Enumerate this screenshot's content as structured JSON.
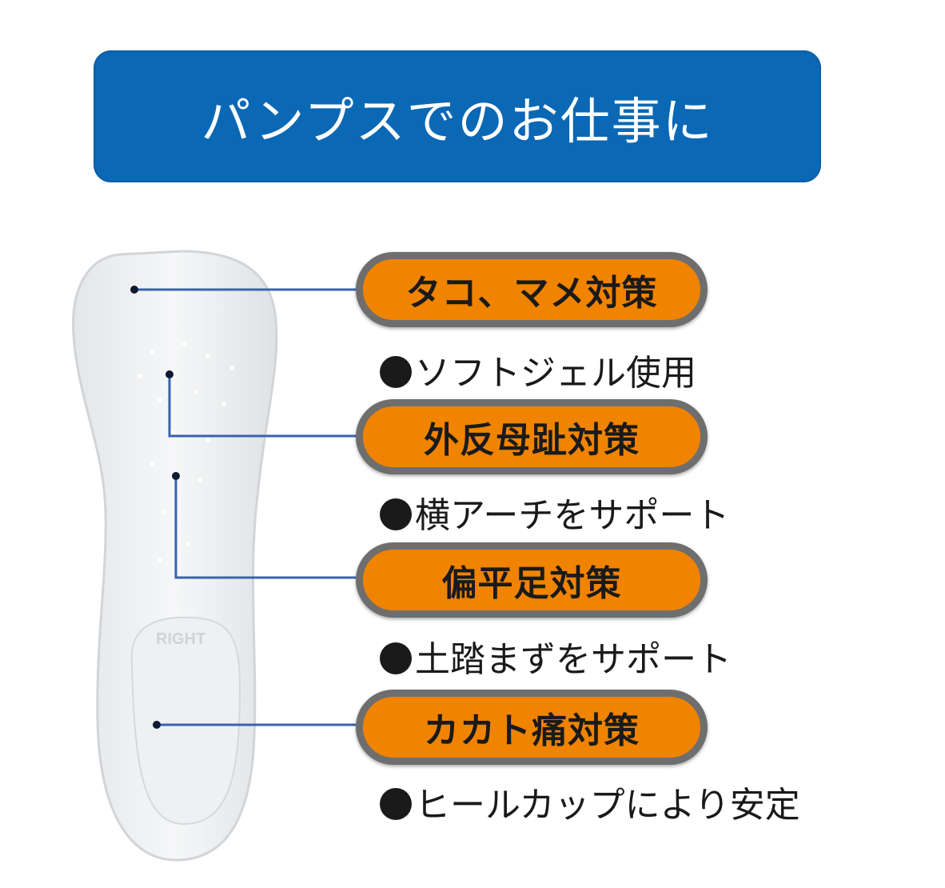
{
  "header": {
    "title": "パンプスでのお仕事に"
  },
  "insole": {
    "side_label": "RIGHT"
  },
  "features": [
    {
      "title": "タコ、マメ対策",
      "description": "ソフトジェル使用"
    },
    {
      "title": "外反母趾対策",
      "description": "横アーチをサポート"
    },
    {
      "title": "偏平足対策",
      "description": "土踏まずをサポート"
    },
    {
      "title": "カカト痛対策",
      "description": "ヒールカップにより安定"
    }
  ],
  "colors": {
    "banner": "#0a68b5",
    "badge": "#f08300",
    "badge_border": "#6e6e6e",
    "leader_line": "#3a62b0"
  }
}
